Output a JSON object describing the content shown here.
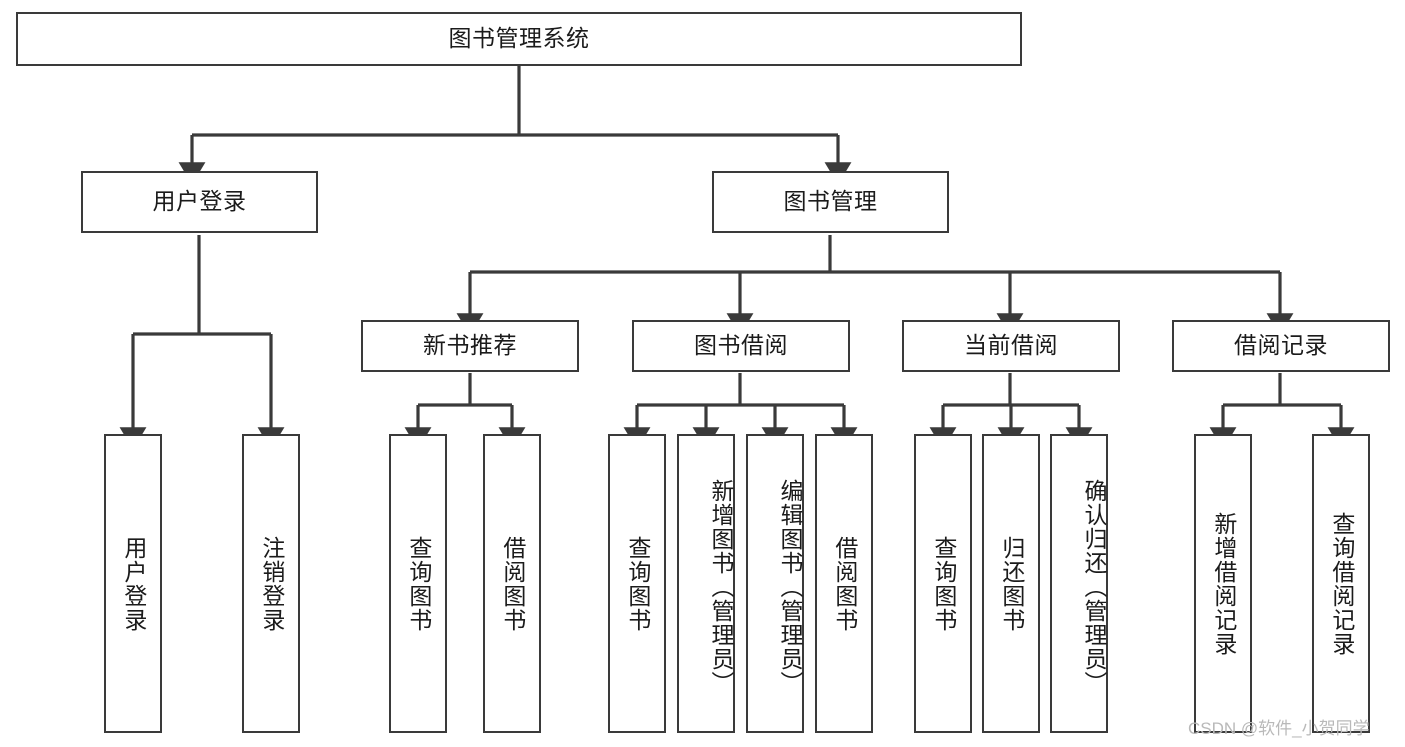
{
  "diagram": {
    "title": "图书管理系统",
    "type": "tree-hierarchy",
    "orientation": "top-down",
    "line_color": "#3a3a3a",
    "box_fill": "#ffffff",
    "text_color": "#1b1b1b",
    "nodes": {
      "root": "图书管理系统",
      "level1": [
        {
          "label": "用户登录"
        },
        {
          "label": "图书管理"
        }
      ],
      "level2": [
        {
          "label": "新书推荐"
        },
        {
          "label": "图书借阅"
        },
        {
          "label": "当前借阅"
        },
        {
          "label": "借阅记录"
        }
      ],
      "leaves": {
        "user_login": [
          {
            "label": "用户登录"
          },
          {
            "label": "注销登录"
          }
        ],
        "new_book_recommend": [
          {
            "label": "查询图书"
          },
          {
            "label": "借阅图书"
          }
        ],
        "book_borrow": [
          {
            "label": "查询图书"
          },
          {
            "label": "新增图书（管理员）"
          },
          {
            "label": "编辑图书（管理员）"
          },
          {
            "label": "借阅图书"
          }
        ],
        "current_borrow": [
          {
            "label": "查询图书"
          },
          {
            "label": "归还图书"
          },
          {
            "label": "确认归还（管理员）"
          }
        ],
        "borrow_record": [
          {
            "label": "新增借阅记录"
          },
          {
            "label": "查询借阅记录"
          }
        ]
      }
    },
    "watermark": "CSDN @软件_小贺同学"
  }
}
